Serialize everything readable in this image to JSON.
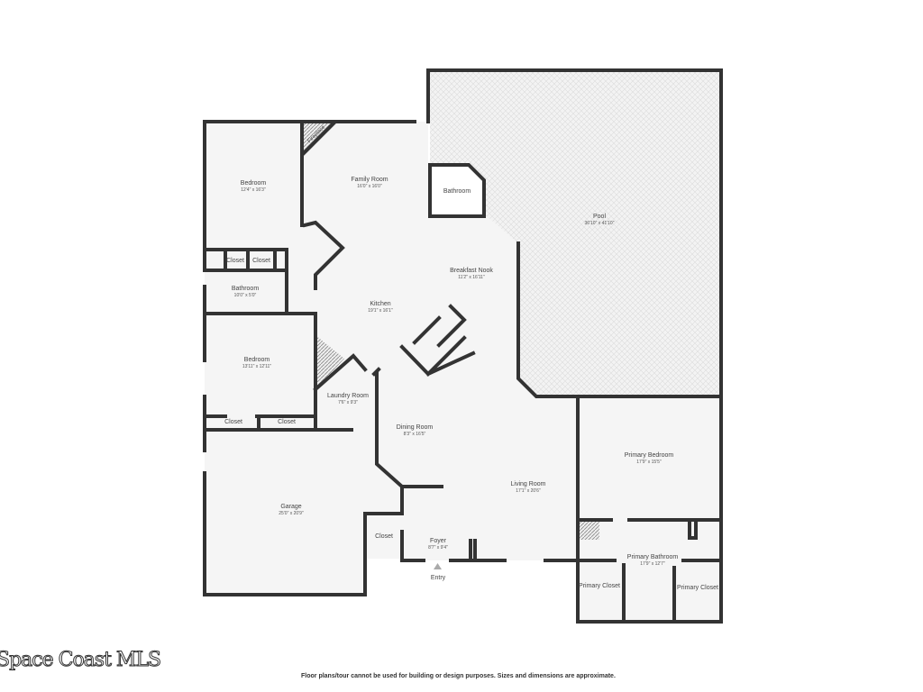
{
  "rooms": [
    {
      "name": "Bedroom",
      "dims": "12'4\" x 16'3\""
    },
    {
      "name": "Family Room",
      "dims": "16'0\" x 16'0\""
    },
    {
      "name": "Fireplace",
      "dims": ""
    },
    {
      "name": "Bathroom",
      "dims": ""
    },
    {
      "name": "Pool",
      "dims": "36'10\" x 41'10\""
    },
    {
      "name": "Breakfast Nook",
      "dims": "11'2\" x 16'11\""
    },
    {
      "name": "Closet",
      "dims": ""
    },
    {
      "name": "Closet",
      "dims": ""
    },
    {
      "name": "Bathroom",
      "dims": "10'0\" x 5'0\""
    },
    {
      "name": "Kitchen",
      "dims": "19'1\" x 16'1\""
    },
    {
      "name": "Bedroom",
      "dims": "13'11\" x 12'11\""
    },
    {
      "name": "Laundry Room",
      "dims": "7'6\" x 9'3\""
    },
    {
      "name": "Closet",
      "dims": ""
    },
    {
      "name": "Closet",
      "dims": ""
    },
    {
      "name": "Dining Room",
      "dims": "8'3\" x 16'5\""
    },
    {
      "name": "Primary Bedroom",
      "dims": "17'9\" x 15'5\""
    },
    {
      "name": "Living Room",
      "dims": "17'1\" x 20'6\""
    },
    {
      "name": "Garage",
      "dims": "25'0\" x 20'9\""
    },
    {
      "name": "Closet",
      "dims": ""
    },
    {
      "name": "Foyer",
      "dims": "8'7\" x 9'4\""
    },
    {
      "name": "Primary Bathroom",
      "dims": "17'9\" x 12'7\""
    },
    {
      "name": "Primary Closet",
      "dims": ""
    },
    {
      "name": "Primary Closet",
      "dims": ""
    }
  ],
  "entry_label": "Entry",
  "watermark": "Space Coast MLS",
  "disclaimer": "Floor plans/tour cannot be used for building or design purposes. Sizes and dimensions are approximate.",
  "colors": {
    "wall": "#333333",
    "floor": "#f5f5f5",
    "background": "#ffffff"
  }
}
